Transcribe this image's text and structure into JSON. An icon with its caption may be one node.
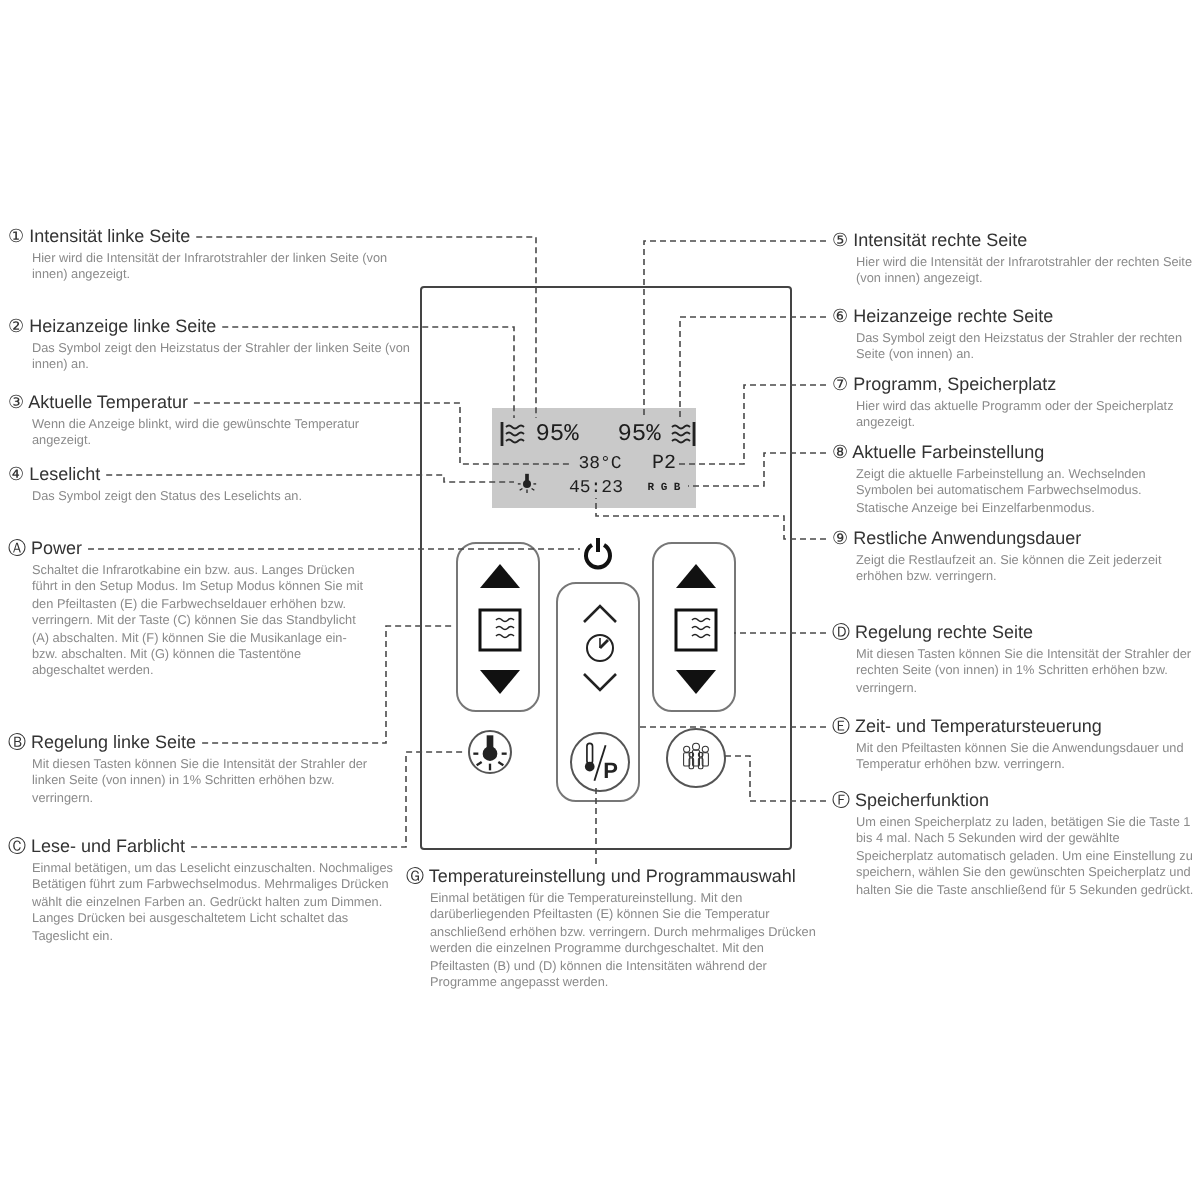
{
  "diagram": {
    "nodes": [
      {
        "text": [
          "① Intensität linke Seite",
          "Hier wird die Intensität der Infrarotstrahler der linken Seite (von innen) angezeigt."
        ]
      },
      {
        "text": [
          "② Heizanzeige linke Seite",
          "Das Symbol zeigt den Heizstatus der Strahler der linken Seite (von innen) an."
        ]
      },
      {
        "text": [
          "③ Aktuelle Temperatur",
          "Wenn die Anzeige blinkt, wird die gewünschte Temperatur angezeigt."
        ]
      },
      {
        "text": [
          "④ Leselicht",
          "Das Symbol zeigt den Status des Leselichts an."
        ]
      },
      {
        "text": [
          "Ⓐ Power",
          "Schaltet die Infrarotkabine ein bzw. aus. Langes Drücken führt in den Setup Modus. Im Setup Modus können Sie mit den Pfeiltasten (E) die Farbwechseldauer erhöhen bzw. verringern. Mit der Taste (C) können Sie das Standbylicht (A) abschalten. Mit (F) können Sie die Musikanlage ein- bzw. abschalten. Mit (G) können die Tastentöne abgeschaltet werden."
        ]
      },
      {
        "text": [
          "Ⓑ Regelung linke Seite",
          "Mit diesen Tasten können Sie die Intensität der Strahler der linken Seite (von innen) in 1% Schritten erhöhen bzw. verringern."
        ]
      },
      {
        "text": [
          "Ⓒ Lese- und Farblicht",
          "Einmal betätigen, um das Leselicht einzuschalten. Nochmaliges Betätigen führt zum Farbwechselmodus. Mehrmaliges Drücken wählt die einzelnen Farben an. Gedrückt halten zum Dimmen. Langes Drücken bei ausgeschaltetem Licht schaltet das Tageslicht ein."
        ]
      },
      {
        "text": [
          "⑤ Intensität rechte Seite",
          "Hier wird die Intensität der Infrarotstrahler der rechten Seite (von innen) angezeigt."
        ]
      },
      {
        "text": [
          "⑥ Heizanzeige rechte Seite",
          "Das Symbol zeigt den Heizstatus der Strahler der rechten Seite (von innen) an."
        ]
      },
      {
        "text": [
          "⑦ Programm, Speicherplatz",
          "Hier wird das aktuelle Programm oder der Speicherplatz angezeigt."
        ]
      },
      {
        "text": [
          "⑧ Aktuelle Farbeinstellung",
          "Zeigt die aktuelle Farbeinstellung an. Wechselnden Symbolen bei automatischem Farbwechselmodus. Statische Anzeige bei Einzelfarbenmodus."
        ]
      },
      {
        "text": [
          "⑨ Restliche Anwendungsdauer",
          "Zeigt die Restlaufzeit an. Sie können die Zeit jederzeit erhöhen bzw. verringern."
        ]
      },
      {
        "text": [
          "Ⓓ Regelung rechte Seite",
          "Mit diesen Tasten können Sie die Intensität der Strahler der rechten Seite (von innen) in 1% Schritten erhöhen bzw. verringern."
        ]
      },
      {
        "text": [
          "Ⓔ Zeit- und Temperatursteuerung",
          "Mit den Pfeiltasten können Sie die Anwendungsdauer und Temperatur erhöhen bzw. verringern."
        ]
      },
      {
        "text": [
          "Ⓕ Speicherfunktion",
          "Um einen Speicherplatz zu laden, betätigen Sie die Taste 1 bis 4 mal. Nach 5 Sekunden wird der gewählte Speicherplatz automatisch geladen. Um eine Einstellung zu speichern, wählen Sie den gewünschten Speicherplatz und halten Sie die Taste anschließend für 5 Sekunden gedrückt."
        ]
      },
      {
        "text": [
          "Ⓖ Temperatureinstellung und Programmauswahl",
          "Einmal betätigen für die Temperatureinstellung. Mit den darüberliegenden Pfeiltasten (E) können Sie die Temperatur anschließend erhöhen bzw. verringern. Durch mehrmaliges Drücken werden die einzelnen Programme durchgeschaltet. Mit den Pfeiltasten (B) und (D) können die Intensitäten während der Programme angepasst werden."
        ]
      },
      {
        "text": [],
        "shape": "box"
      },
      {
        "text": [],
        "shape": "box",
        "in": 16
      },
      {
        "text": [],
        "shape": "waves",
        "in": 17
      },
      {
        "text": [
          "95%"
        ],
        "in": 17
      },
      {
        "text": [
          "95%"
        ],
        "in": 17
      },
      {
        "text": [],
        "shape": "waves",
        "in": 17
      },
      {
        "text": [
          "38°C"
        ],
        "in": 17
      },
      {
        "text": [
          "P2"
        ],
        "in": 17
      },
      {
        "text": [],
        "shape": "bulb",
        "in": 17
      },
      {
        "text": [
          "45:23"
        ],
        "in": 17
      },
      {
        "text": [
          "R G B"
        ],
        "in": 17
      },
      {
        "text": [],
        "shape": "power",
        "in": 16
      },
      {
        "text": [],
        "shape": "box",
        "in": 16
      },
      {
        "text": [],
        "shape": "triangle",
        "in": 28
      },
      {
        "text": [],
        "shape": "heater",
        "in": 28
      },
      {
        "text": [],
        "shape": "triangle",
        "in": 28
      },
      {
        "text": [],
        "shape": "box",
        "in": 16
      },
      {
        "text": [],
        "shape": "chevron",
        "in": 32
      },
      {
        "text": [],
        "shape": "timer",
        "in": 32
      },
      {
        "text": [],
        "shape": "chevron",
        "in": 32
      },
      {
        "text": [
          "P"
        ],
        "in": 32
      },
      {
        "text": [],
        "shape": "box",
        "in": 16
      },
      {
        "text": [],
        "shape": "triangle",
        "in": 37
      },
      {
        "text": [],
        "shape": "heater",
        "in": 37
      },
      {
        "text": [],
        "shape": "triangle",
        "in": 37
      },
      {
        "text": [],
        "shape": "circle",
        "in": 16
      },
      {
        "text": [],
        "shape": "circle",
        "in": 16
      }
    ],
    "edges": [
      {
        "from": 0,
        "to": 19,
        "arrow": "none",
        "style": "dashed"
      },
      {
        "from": 1,
        "to": 18,
        "arrow": "none",
        "style": "dashed"
      },
      {
        "from": 2,
        "to": 22,
        "arrow": "none",
        "style": "dashed"
      },
      {
        "from": 3,
        "to": 24,
        "arrow": "none",
        "style": "dashed"
      },
      {
        "from": 4,
        "to": 27,
        "arrow": "none",
        "style": "dashed"
      },
      {
        "from": 5,
        "to": 28,
        "arrow": "none",
        "style": "dashed"
      },
      {
        "from": 6,
        "to": 41,
        "arrow": "none",
        "style": "dashed"
      },
      {
        "from": 7,
        "to": 20,
        "arrow": "none",
        "style": "dashed"
      },
      {
        "from": 8,
        "to": 21,
        "arrow": "none",
        "style": "dashed"
      },
      {
        "from": 9,
        "to": 23,
        "arrow": "none",
        "style": "dashed"
      },
      {
        "from": 10,
        "to": 26,
        "arrow": "none",
        "style": "dashed"
      },
      {
        "from": 11,
        "to": 25,
        "arrow": "none",
        "style": "dashed"
      },
      {
        "from": 12,
        "to": 37,
        "arrow": "none",
        "style": "dashed"
      },
      {
        "from": 13,
        "to": 32,
        "arrow": "none",
        "style": "dashed"
      },
      {
        "from": 14,
        "to": 42,
        "arrow": "none",
        "style": "dashed"
      },
      {
        "from": 15,
        "to": 36,
        "arrow": "none",
        "style": "dashed"
      }
    ]
  }
}
